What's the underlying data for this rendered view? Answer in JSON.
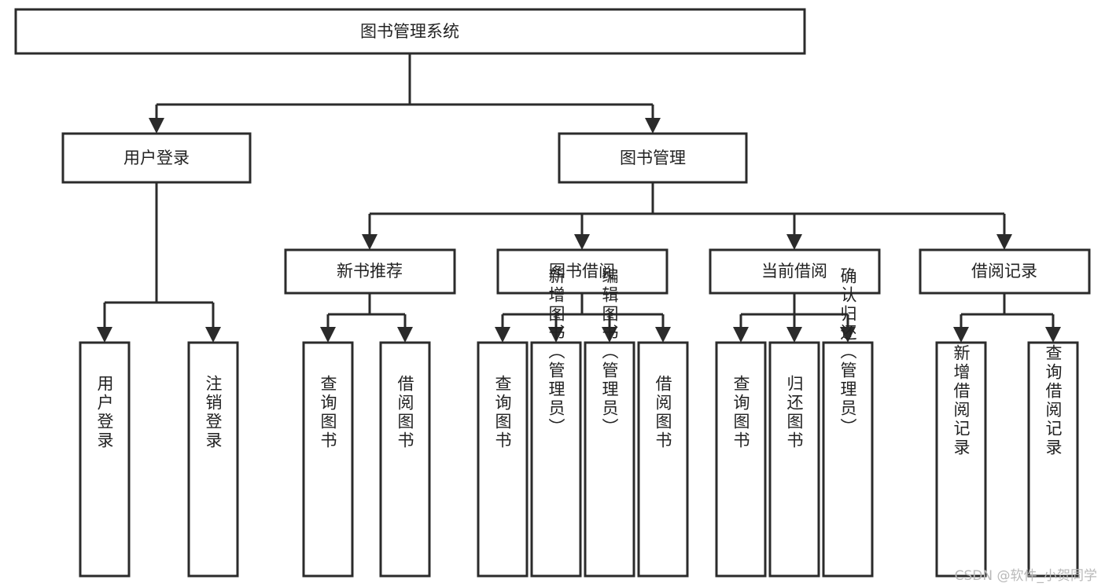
{
  "diagram": {
    "type": "tree-hierarchy",
    "title": "图书管理系统",
    "root": {
      "label": "图书管理系统"
    },
    "level2": [
      {
        "label": "用户登录"
      },
      {
        "label": "图书管理"
      }
    ],
    "level3": [
      {
        "label": "新书推荐"
      },
      {
        "label": "图书借阅"
      },
      {
        "label": "当前借阅"
      },
      {
        "label": "借阅记录"
      }
    ],
    "leaves": {
      "user_login": [
        {
          "label": "用户登录"
        },
        {
          "label": "注销登录"
        }
      ],
      "new_book_recommend": [
        {
          "label": "查询图书"
        },
        {
          "label": "借阅图书"
        }
      ],
      "book_borrow": [
        {
          "label": "查询图书"
        },
        {
          "label": "新增图书（管理员）"
        },
        {
          "label": "编辑图书（管理员）"
        },
        {
          "label": "借阅图书"
        }
      ],
      "current_borrow": [
        {
          "label": "查询图书"
        },
        {
          "label": "归还图书"
        },
        {
          "label": "确认归还（管理员）"
        }
      ],
      "borrow_record": [
        {
          "label": "新增借阅记录"
        },
        {
          "label": "查询借阅记录"
        }
      ]
    }
  },
  "watermark": {
    "text": "CSDN @软件_小贺同学"
  },
  "colors": {
    "background": "#ffffff",
    "box_fill": "#ffffff",
    "box_stroke": "#2b2b2b",
    "text": "#222222",
    "connector": "#2b2b2b",
    "watermark": "#b9b9b9"
  }
}
